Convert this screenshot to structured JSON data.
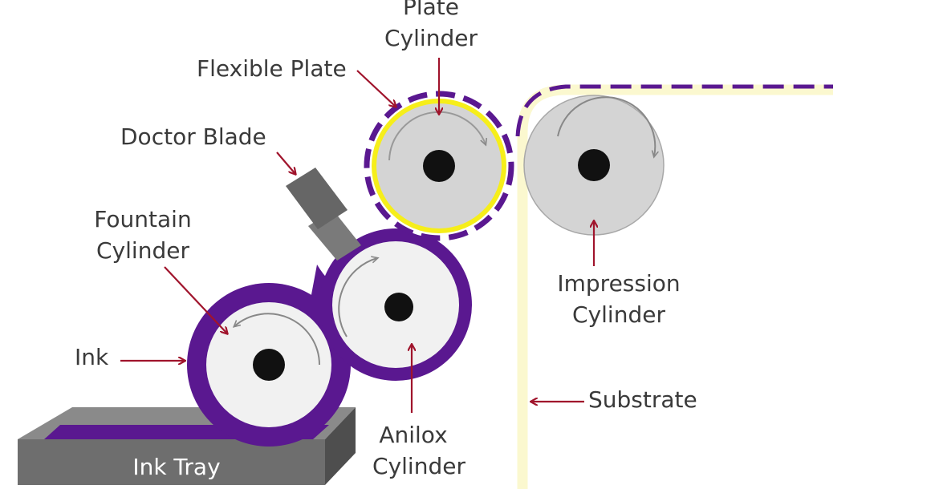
{
  "labels": {
    "plate_cylinder_line1": "Plate",
    "plate_cylinder_line2": "Cylinder",
    "flexible_plate": "Flexible Plate",
    "doctor_blade": "Doctor Blade",
    "fountain_cylinder_line1": "Fountain",
    "fountain_cylinder_line2": "Cylinder",
    "ink": "Ink",
    "ink_tray": "Ink Tray",
    "anilox_cylinder_line1": "Anilox",
    "anilox_cylinder_line2": "Cylinder",
    "impression_cylinder_line1": "Impression",
    "impression_cylinder_line2": "Cylinder",
    "substrate": "Substrate"
  },
  "colors": {
    "ink_purple": "#5a1890",
    "arrow_red": "#a0142c",
    "cylinder_gray": "#d4d4d4",
    "cylinder_white": "#f1f1f1",
    "plate_yellow": "#f6ee1a",
    "substrate_cream": "#fbf8cf",
    "tray_gray": "#6e6e6e",
    "blade_gray": "#666666",
    "hub_black": "#111111"
  }
}
